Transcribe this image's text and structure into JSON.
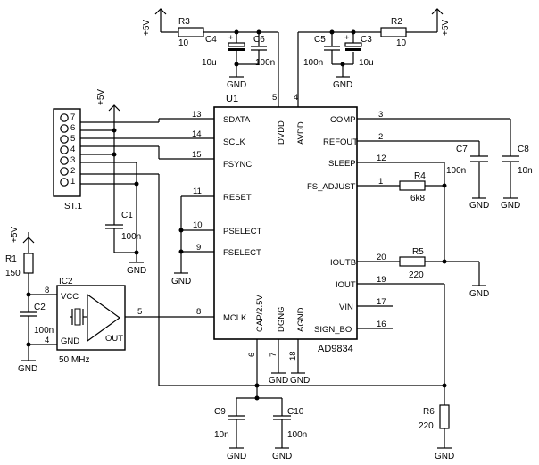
{
  "ic": {
    "u1": {
      "ref": "U1",
      "part": "AD9834",
      "left_pins": [
        {
          "num": "13",
          "name": "SDATA"
        },
        {
          "num": "14",
          "name": "SCLK"
        },
        {
          "num": "15",
          "name": "FSYNC"
        },
        {
          "num": "11",
          "name": "RESET"
        },
        {
          "num": "10",
          "name": "PSELECT"
        },
        {
          "num": "9",
          "name": "FSELECT"
        },
        {
          "num": "8",
          "name": "MCLK"
        }
      ],
      "right_pins": [
        {
          "num": "3",
          "name": "COMP"
        },
        {
          "num": "2",
          "name": "REFOUT"
        },
        {
          "num": "12",
          "name": "SLEEP"
        },
        {
          "num": "1",
          "name": "FS_ADJUST"
        },
        {
          "num": "20",
          "name": "IOUTB"
        },
        {
          "num": "19",
          "name": "IOUT"
        },
        {
          "num": "17",
          "name": "VIN"
        },
        {
          "num": "16",
          "name": "SIGN_BO"
        }
      ],
      "top_pins": [
        {
          "num": "5",
          "name": "DVDD"
        },
        {
          "num": "4",
          "name": "AVDD"
        }
      ],
      "bottom_pins": [
        {
          "num": "6",
          "name": "CAP/2.5V"
        },
        {
          "num": "7",
          "name": "DGNG"
        },
        {
          "num": "18",
          "name": "AGND"
        }
      ]
    },
    "ic2": {
      "ref": "IC2",
      "vcc": "VCC",
      "gnd": "GND",
      "out": "OUT",
      "freq": "50 MHz",
      "pin_vcc": "8",
      "pin_gnd": "4",
      "pin_out": "5"
    },
    "connector": {
      "ref": "ST.1",
      "pins": [
        "7",
        "6",
        "5",
        "4",
        "3",
        "2",
        "1"
      ]
    }
  },
  "components": {
    "r1": {
      "ref": "R1",
      "value": "150"
    },
    "r2": {
      "ref": "R2",
      "value": "10"
    },
    "r3": {
      "ref": "R3",
      "value": "10"
    },
    "r4": {
      "ref": "R4",
      "value": "6k8"
    },
    "r5": {
      "ref": "R5",
      "value": "220"
    },
    "r6": {
      "ref": "R6",
      "value": "220"
    },
    "c1": {
      "ref": "C1",
      "value": "100n"
    },
    "c2": {
      "ref": "C2",
      "value": "100n"
    },
    "c3": {
      "ref": "C3",
      "value": "10u"
    },
    "c4": {
      "ref": "C4",
      "value": "10u"
    },
    "c5": {
      "ref": "C5",
      "value": "100n"
    },
    "c6": {
      "ref": "C6",
      "value": "100n"
    },
    "c7": {
      "ref": "C7",
      "value": "100n"
    },
    "c8": {
      "ref": "C8",
      "value": "10n"
    },
    "c9": {
      "ref": "C9",
      "value": "10n"
    },
    "c10": {
      "ref": "C10",
      "value": "100n"
    }
  },
  "labels": {
    "gnd": "GND",
    "vcc": "+5V",
    "plus": "+",
    "pin8": "8",
    "pin5": "5"
  }
}
